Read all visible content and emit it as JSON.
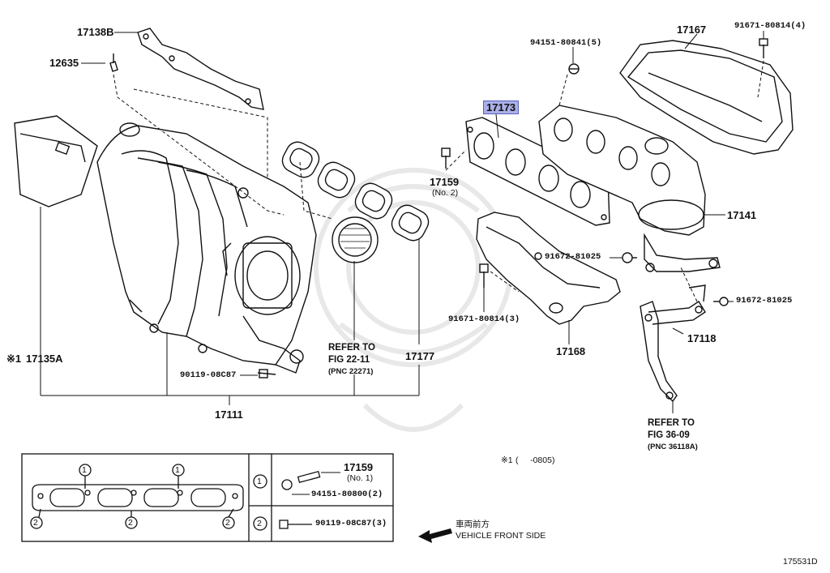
{
  "parts": {
    "p17138B": "17138B",
    "p12635": "12635",
    "p17135A": "17135A",
    "p17135A_mark": "※1",
    "p90119_08C87": "90119-08C87",
    "p17111": "17111",
    "p17177": "17177",
    "p17173": "17173",
    "p17159": "17159",
    "p17159_note": "(No. 2)",
    "p94151_80841": "94151-80841(5)",
    "p17167": "17167",
    "p91671_80814_4": "91671-80814(4)",
    "p17141": "17141",
    "p91672_81025_a": "91672-81025",
    "p91672_81025_b": "91672-81025",
    "p91671_80814_3": "91671-80814(3)",
    "p17168": "17168",
    "p17118": "17118"
  },
  "refer_fig22": {
    "line1": "REFER TO",
    "line2": "FIG 22-11",
    "line3": "(PNC 22271)"
  },
  "refer_fig36": {
    "line1": "REFER TO",
    "line2": "FIG 36-09",
    "line3": "(PNC 36118A)"
  },
  "footnote": {
    "mark": "※1",
    "text": "(     -0805)"
  },
  "legend": {
    "circle1": "1",
    "circle2": "2",
    "p17159": "17159",
    "p17159_note": "(No. 1)",
    "p94151_80800": "94151-80800(2)",
    "p90119_08C87_3": "90119-08C87(3)"
  },
  "direction": {
    "jp": "車両前方",
    "en": "VEHICLE FRONT SIDE"
  },
  "figure_code": "175531D",
  "colors": {
    "highlight": "#aab0e8",
    "line": "#111111",
    "watermark": "#e6e6e6"
  }
}
